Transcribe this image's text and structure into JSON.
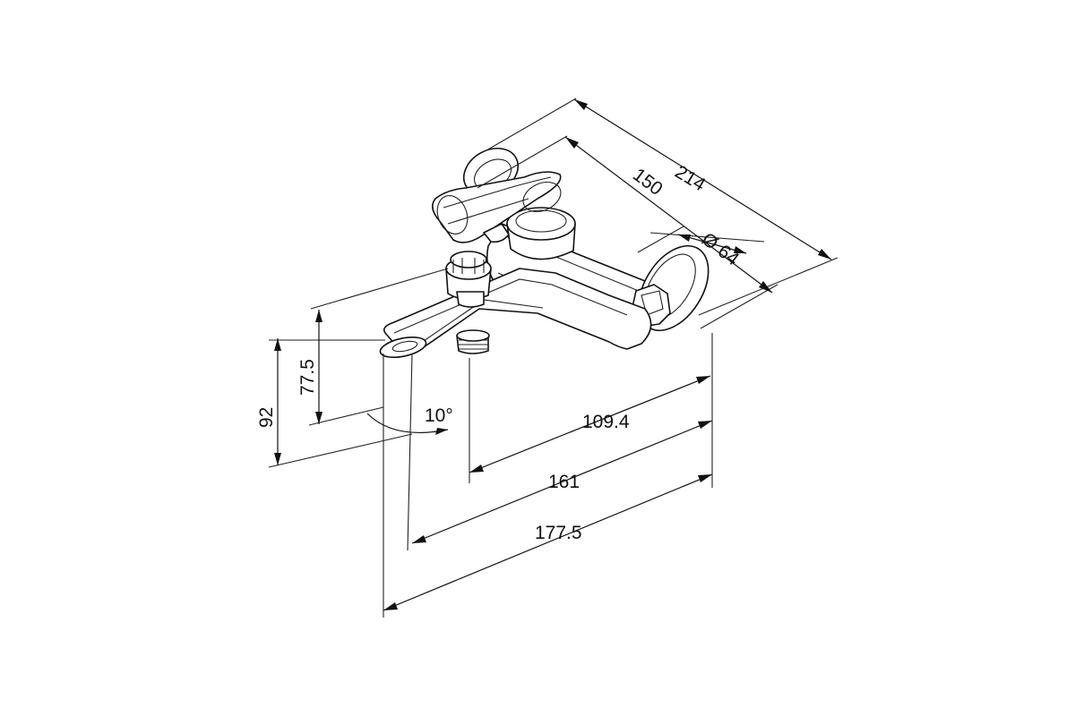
{
  "dimensions": {
    "overall_depth": "214",
    "wall_centers": "150",
    "flange_diameter": "Ø 64",
    "height_to_axis": "77.5",
    "total_height": "92",
    "spout_angle": "10°",
    "outlet_offset": "109.4",
    "spout_reach_inner": "161",
    "spout_reach_outer": "177.5"
  }
}
